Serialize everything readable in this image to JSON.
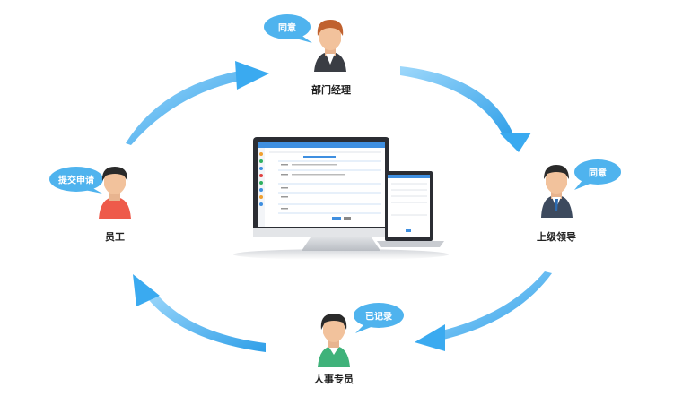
{
  "actors": {
    "manager": {
      "label": "部门经理",
      "bubble": "同意"
    },
    "supervisor": {
      "label": "上级领导",
      "bubble": "同意"
    },
    "hr": {
      "label": "人事专员",
      "bubble": "已记录"
    },
    "employee": {
      "label": "员工",
      "bubble": "提交申请"
    }
  },
  "colors": {
    "arrow": "#3aaaf0",
    "bubble": "#4fb3ee",
    "monitor": "#2b2d33",
    "screen_accent": "#3f8fe0"
  },
  "icons": [
    "person-female-manager-icon",
    "person-male-supervisor-icon",
    "person-hr-icon",
    "person-employee-icon",
    "monitor-icon",
    "laptop-icon"
  ]
}
